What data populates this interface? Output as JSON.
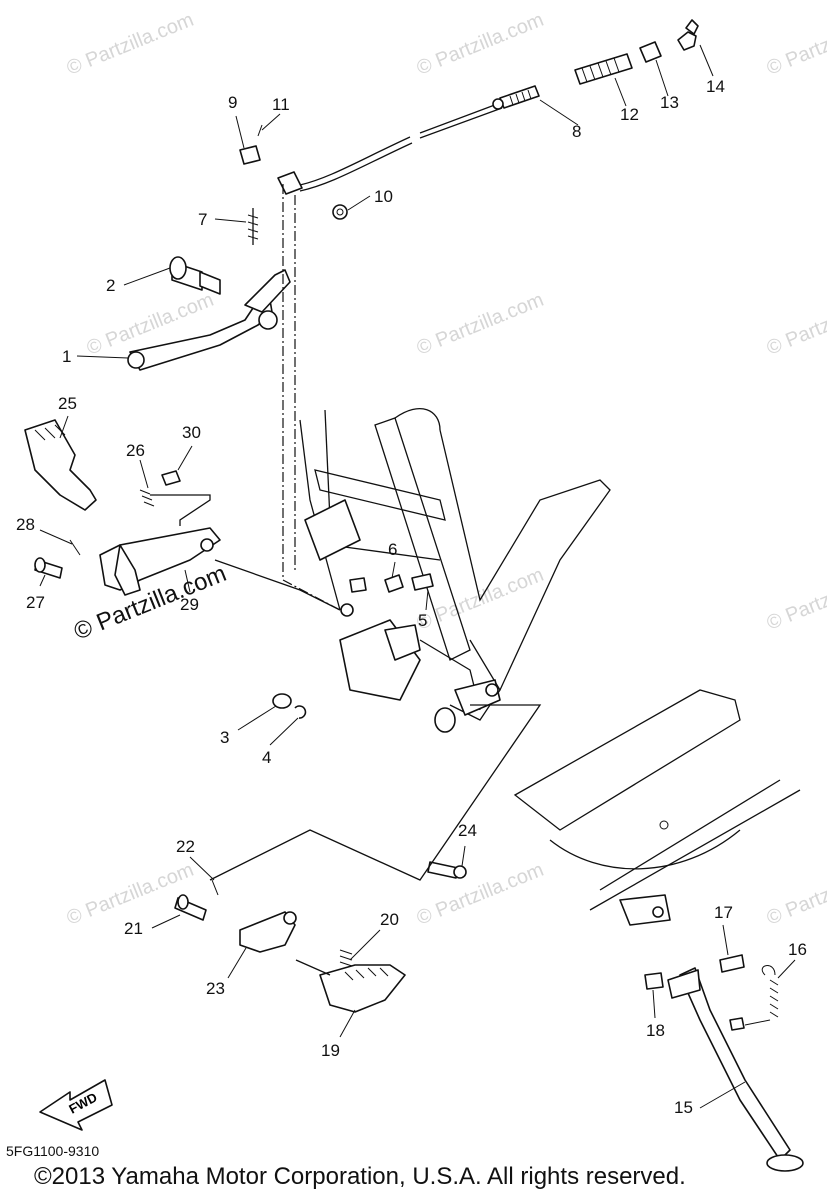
{
  "watermark": "© Partzilla.com",
  "diagram_code": "5FG1100-9310",
  "copyright": "©2013 Yamaha Motor Corporation, U.S.A. All rights reserved.",
  "fwd_label": "FWD",
  "callouts": [
    "1",
    "2",
    "3",
    "4",
    "5",
    "6",
    "7",
    "8",
    "9",
    "10",
    "11",
    "12",
    "13",
    "14",
    "15",
    "16",
    "17",
    "18",
    "19",
    "20",
    "21",
    "22",
    "23",
    "24",
    "25",
    "26",
    "27",
    "28",
    "29",
    "30"
  ]
}
